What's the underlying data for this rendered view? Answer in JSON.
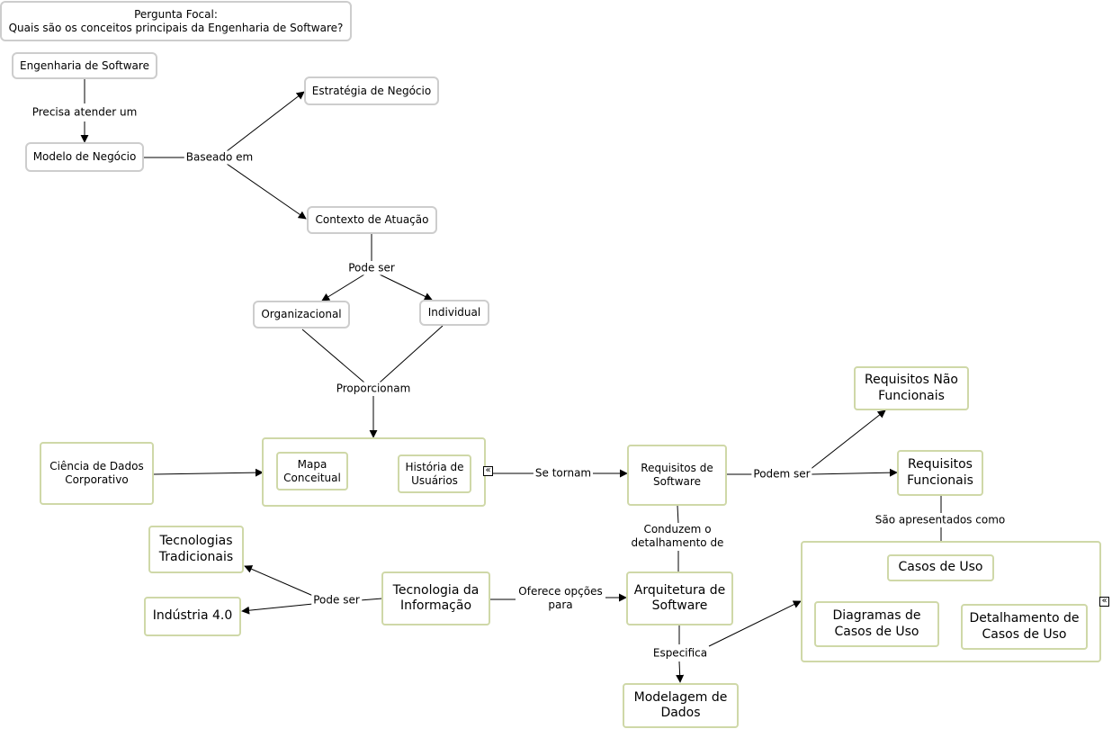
{
  "focal": {
    "title": "Pergunta Focal:",
    "question": "Quais são os conceitos principais da Engenharia de Software?"
  },
  "nodes": {
    "engenharia": "Engenharia de Software",
    "estrategia": "Estratégia de Negócio",
    "modelo_negocio": "Modelo de Negócio",
    "contexto": "Contexto de Atuação",
    "organizacional": "Organizacional",
    "individual": "Individual",
    "ciencia_dados": "Ciência de Dados Corporativo",
    "mapa": "Mapa Conceitual",
    "historia": "História de Usuários",
    "req_software": "Requisitos de Software",
    "req_nao_func": "Requisitos Não Funcionais",
    "req_func": "Requisitos Funcionais",
    "tec_trad": "Tecnologias Tradicionais",
    "industria": "Indústria 4.0",
    "ti": "Tecnologia da Informação",
    "arquitetura": "Arquitetura de Software",
    "modelagem": "Modelagem de Dados",
    "casos_uso": "Casos de Uso",
    "diagramas": "Diagramas de Casos de Uso",
    "detalhamento": "Detalhamento de Casos de Uso"
  },
  "links": {
    "precisa": "Precisa atender um",
    "baseado": "Baseado em",
    "pode_ser_1": "Pode ser",
    "proporcionam": "Proporcionam",
    "se_tornam": "Se tornam",
    "podem_ser": "Podem ser",
    "sao_apresentados": "São apresentados como",
    "conduzem": "Conduzem o detalhamento de",
    "pode_ser_2": "Pode ser",
    "oferece": "Oferece opções para",
    "especifica": "Especifica"
  },
  "icons": {
    "collapse": "collapse-icon"
  },
  "colors": {
    "gray_border": "#cdcdcd",
    "green_border": "#cfd8a8"
  }
}
